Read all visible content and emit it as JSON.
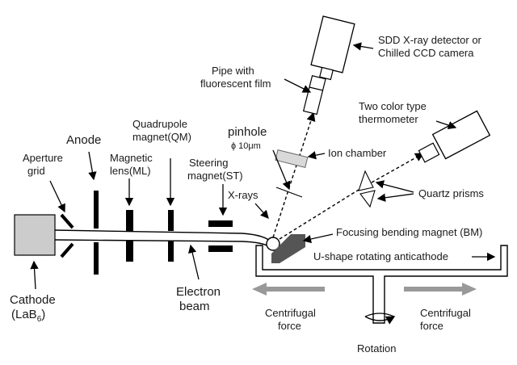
{
  "labels": {
    "cathode": "Cathode",
    "cathode_formula_prefix": "(LaB",
    "cathode_formula_sub": "6",
    "cathode_formula_suffix": ")",
    "aperture_line1": "Aperture",
    "aperture_line2": "grid",
    "anode": "Anode",
    "magnetic_lens_line1": "Magnetic",
    "magnetic_lens_line2": "lens(ML)",
    "quadrupole_line1": "Quadrupole",
    "quadrupole_line2": "magnet(QM)",
    "steering_line1": "Steering",
    "steering_line2": "magnet(ST)",
    "electron_beam_line1": "Electron",
    "electron_beam_line2": "beam",
    "xrays": "X-rays",
    "pinhole": "pinhole",
    "pinhole_size": "ɸ 10μm",
    "pipe_line1": "Pipe with",
    "pipe_line2": "fluorescent film",
    "detector_line1": "SDD X-ray detector or",
    "detector_line2": "Chilled CCD camera",
    "ion_chamber": "Ion chamber",
    "thermometer_line1": "Two color type",
    "thermometer_line2": "thermometer",
    "quartz_prisms": "Quartz prisms",
    "bending_magnet": "Focusing bending magnet (BM)",
    "anticathode": "U-shape rotating anticathode",
    "centrifugal_left_line1": "Centrifugal",
    "centrifugal_left_line2": "force",
    "centrifugal_right_line1": "Centrifugal",
    "centrifugal_right_line2": "force",
    "rotation": "Rotation"
  },
  "colors": {
    "component_fill": "#000000",
    "cathode_fill": "#cccccc",
    "bending_magnet_fill": "#555555",
    "force_arrow_fill": "#999999"
  }
}
